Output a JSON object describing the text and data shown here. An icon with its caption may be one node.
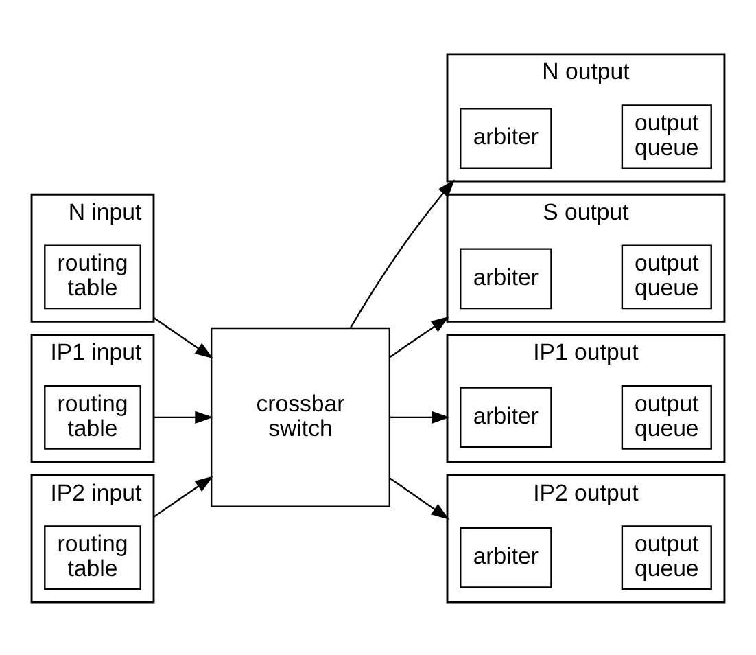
{
  "diagram": {
    "nodes": [
      {
        "text": [
          "N input"
        ]
      },
      {
        "text": [
          "routing table"
        ],
        "in": 0
      },
      {
        "text": [
          "IP1 input"
        ]
      },
      {
        "text": [
          "routing table"
        ],
        "in": 2
      },
      {
        "text": [
          "IP2 input"
        ]
      },
      {
        "text": [
          "routing table"
        ],
        "in": 4
      },
      {
        "text": [
          "crossbar switch"
        ]
      },
      {
        "text": [
          "N output"
        ]
      },
      {
        "text": [
          "arbiter"
        ],
        "in": 7
      },
      {
        "text": [
          "output queue"
        ],
        "in": 7
      },
      {
        "text": [
          "S output"
        ]
      },
      {
        "text": [
          "arbiter"
        ],
        "in": 10
      },
      {
        "text": [
          "output queue"
        ],
        "in": 10
      },
      {
        "text": [
          "IP1 output"
        ]
      },
      {
        "text": [
          "arbiter"
        ],
        "in": 13
      },
      {
        "text": [
          "output queue"
        ],
        "in": 13
      },
      {
        "text": [
          "IP2 output"
        ]
      },
      {
        "text": [
          "arbiter"
        ],
        "in": 16
      },
      {
        "text": [
          "output queue"
        ],
        "in": 16
      }
    ],
    "edges": [
      {
        "from": 0,
        "to": 6,
        "arrow": "to"
      },
      {
        "from": 2,
        "to": 6,
        "arrow": "to"
      },
      {
        "from": 4,
        "to": 6,
        "arrow": "to"
      },
      {
        "from": 6,
        "to": 7,
        "arrow": "to"
      },
      {
        "from": 6,
        "to": 10,
        "arrow": "to"
      },
      {
        "from": 6,
        "to": 13,
        "arrow": "to"
      },
      {
        "from": 6,
        "to": 16,
        "arrow": "to"
      }
    ]
  }
}
